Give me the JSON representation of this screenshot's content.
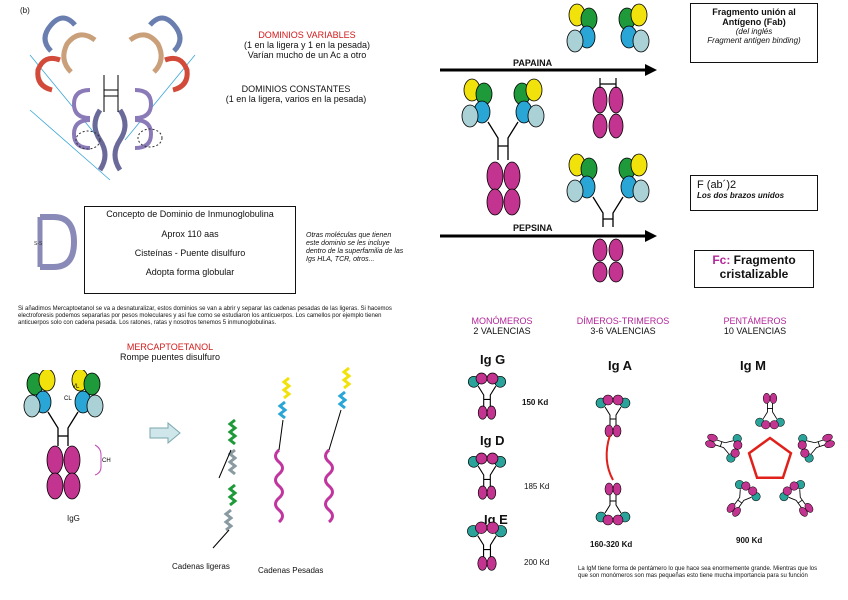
{
  "top_left": {
    "panel_tag": "(b)",
    "dominios_variables_title": "DOMINIOS VARIABLES",
    "dominios_variables_line1": "(1 en la ligera y 1 en la pesada)",
    "dominios_variables_line2": "Varían mucho de un Ac a otro",
    "dominios_constantes_title": "DOMINIOS CONSTANTES",
    "dominios_constantes_line1": "(1 en la ligera, varios en la pesada)"
  },
  "concept_box": {
    "title": "Concepto de Dominio de Inmunoglobulina",
    "line1": "Aprox 110 aas",
    "line2": "Cisteínas - Puente disulfuro",
    "line3": "Adopta forma globular"
  },
  "side_note": "Otras moléculas que tienen este dominio se les incluye dentro de la superfamilia de las Igs HLA, TCR, otros...",
  "paragraph": "Si añadimos Mercaptoetanol se va a desnaturalizar, estos dominios se van a abrir y separar las cadenas pesadas de las ligeras. Si hacemos electroforesis podemos separarlas por pesos moleculares y así fue como se estudiaron los anticuerpos. Los camellos por ejemplo tienen anticuerpos solo con cadena pesada. Los ratones, ratas y nosotros tenemos 5 inmunoglobulinas.",
  "mercapto": {
    "title": "MERCAPTOETANOL",
    "subtitle": "Rompe puentes disulfuro",
    "igg_label": "IgG",
    "light_chains_label": "Cadenas ligeras",
    "heavy_chains_label": "Cadenas Pesadas",
    "vl_label": "VL",
    "cl_label": "CL",
    "ch_label": "CH"
  },
  "digestion": {
    "papaina_label": "PAPAINA",
    "pepsina_label": "PEPSINA",
    "fab_line1": "Fragmento unión al",
    "fab_line2": "Antígeno (Fab)",
    "fab_line3": "(del inglés",
    "fab_line4": "Fragment antigen binding)",
    "fab2_line1": "F (ab´)2",
    "fab2_line2": "Los dos brazos unidos",
    "fc_prefix": "Fc:",
    "fc_line1": "Fragmento",
    "fc_line2": "cristalizable"
  },
  "classes": {
    "monomeros_title": "MONÓMEROS",
    "monomeros_sub": "2 VALENCIAS",
    "dimeros_title": "DÍMEROS-TRIMEROS",
    "dimeros_sub": "3-6 VALENCIAS",
    "pentameros_title": "PENTÁMEROS",
    "pentameros_sub": "10 VALENCIAS",
    "igg": "Ig G",
    "igg_weight": "150 Kd",
    "igd": "Ig D",
    "igd_weight": "185 Kd",
    "ige": "Ig E",
    "ige_weight": "200 Kd",
    "iga": "Ig A",
    "iga_weight": "160-320 Kd",
    "igm": "Ig M",
    "igm_weight": "900 Kd",
    "igm_note": "La IgM tiene forma de pentámero lo que hace sea enormemente grande. Mientras que los que son monómeros son mas pequeñas esto tiene mucha importancia para su función"
  },
  "colors": {
    "variable_red": "#d21a1a",
    "title_magenta": "#b4269a",
    "heavy_chain": "#c2348f",
    "light_yellow": "#f2e20c",
    "light_green": "#1f9a3a",
    "light_cyan": "#29a6d6",
    "light_gray": "#a9d1d6"
  }
}
